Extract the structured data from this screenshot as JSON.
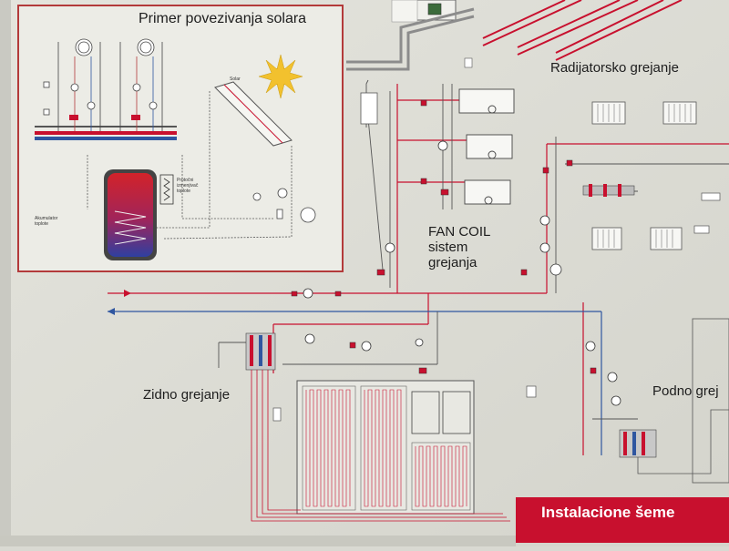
{
  "diagram": {
    "sections": {
      "solar": "Primer povezivanja solara",
      "radiator": "Radijatorsko grejanje",
      "fancoil_line1": "FAN COIL",
      "fancoil_line2": "sistem",
      "fancoil_line3": "grejanja",
      "wall": "Zidno grejanje",
      "floor": "Podno grej"
    },
    "component_labels": {
      "solar_panel": "Solar",
      "accumulator_line1": "Akumulator",
      "accumulator_line2": "toplote",
      "heat_exchanger_line1": "Protočni",
      "heat_exchanger_line2": "izmenjivač",
      "heat_exchanger_line3": "toplote"
    },
    "banner": "Instalacione šeme"
  },
  "colors": {
    "supply": "#c8102e",
    "return": "#2f56a0",
    "line": "#3a3a3a",
    "banner": "#c8102e",
    "sun": "#f2c12e"
  }
}
